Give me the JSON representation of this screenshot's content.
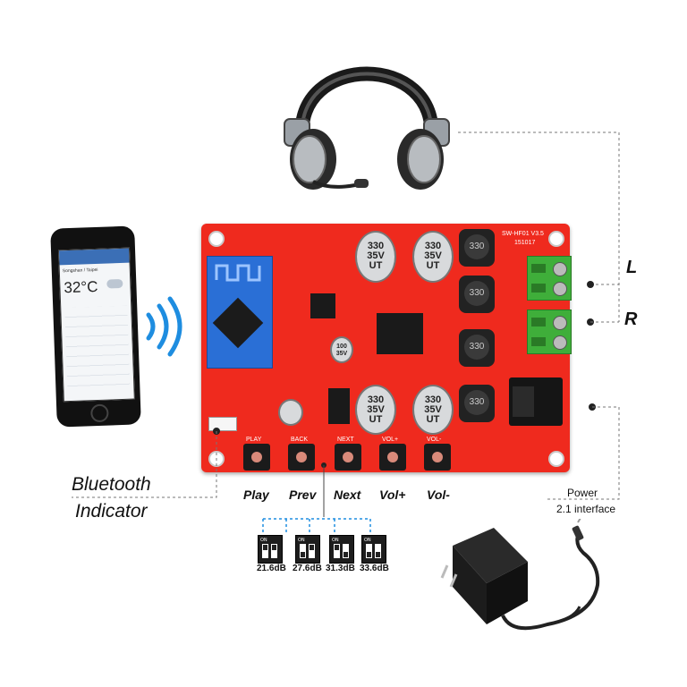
{
  "board": {
    "model": "SW-HF01 V3.5",
    "date_code": "151017",
    "silk_play": "PLAY",
    "silk_back": "BACK",
    "silk_next": "NEXT",
    "silk_volp": "VOL+",
    "silk_volm": "VOL-",
    "caps": [
      {
        "l1": "330",
        "l2": "35V",
        "l3": "UT"
      },
      {
        "l1": "330",
        "l2": "35V",
        "l3": "UT"
      },
      {
        "l1": "330",
        "l2": "35V",
        "l3": "UT"
      },
      {
        "l1": "330",
        "l2": "35V",
        "l3": "UT"
      }
    ],
    "small_cap": {
      "l1": "100",
      "l2": "35V"
    },
    "inductor_label": "330"
  },
  "labels": {
    "bt_line1": "Bluetooth",
    "bt_line2": "Indicator",
    "play": "Play",
    "prev": "Prev",
    "next": "Next",
    "volp": "Vol+",
    "volm": "Vol-",
    "left": "L",
    "right": "R",
    "power1": "Power",
    "power2": "2.1 interface"
  },
  "phone": {
    "city": "Songshan / Taipei",
    "temp": "32°C"
  },
  "gain_settings": [
    {
      "on": "ON",
      "value": "21.6dB"
    },
    {
      "on": "ON",
      "value": "27.6dB"
    },
    {
      "on": "ON",
      "value": "31.3dB"
    },
    {
      "on": "ON",
      "value": "33.6dB"
    }
  ],
  "colors": {
    "pcb": "#ef2a1e",
    "terminal": "#3fae3a",
    "bt_module": "#2a6fd6",
    "signal": "#1e8de0"
  }
}
